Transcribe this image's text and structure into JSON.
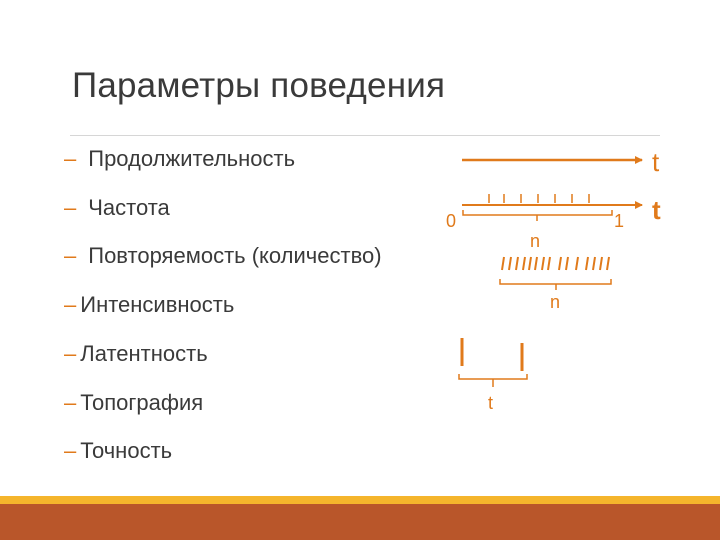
{
  "slide": {
    "title": "Параметры поведения",
    "items": [
      {
        "dash": "–",
        "label": "Продолжительность"
      },
      {
        "dash": "–",
        "label": "Частота"
      },
      {
        "dash": "–",
        "label": "Повторяемость (количество)"
      },
      {
        "dash": "–",
        "label": "Интенсивность"
      },
      {
        "dash": "–",
        "label": "Латентность"
      },
      {
        "dash": "–",
        "label": "Топография"
      },
      {
        "dash": "–",
        "label": "Точность"
      }
    ]
  },
  "diagram": {
    "duration_axis_label": "t",
    "frequency_axis_label": "t",
    "frequency_start_label": "0",
    "frequency_end_label": "1",
    "frequency_count_label": "n",
    "repetition_count_label": "n",
    "latency_label": "t"
  },
  "colors": {
    "accent": "#e07a1b",
    "text": "#3a3a3a",
    "bar_top": "#f5b52c",
    "bar_bottom": "#b9562a"
  }
}
